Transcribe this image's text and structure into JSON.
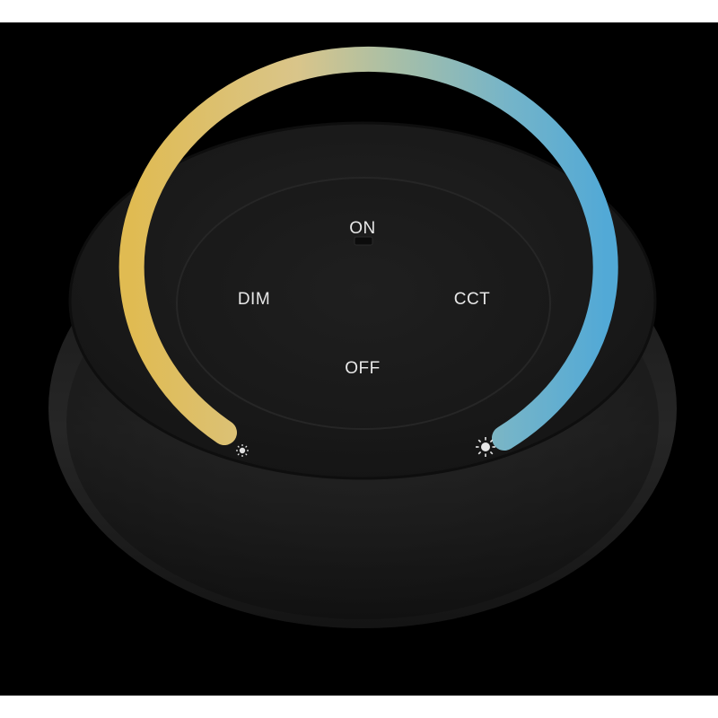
{
  "remote": {
    "buttons": {
      "on": "ON",
      "off": "OFF",
      "dim": "DIM",
      "cct": "CCT"
    },
    "icons": {
      "left": "sun-small-icon",
      "right": "sun-large-icon"
    },
    "colors": {
      "backdrop": "#000000",
      "body": "#1c1c1c",
      "ring_warm": "#e3bd57",
      "ring_mid": "#a9bfa3",
      "ring_cool": "#5aaed3"
    }
  }
}
